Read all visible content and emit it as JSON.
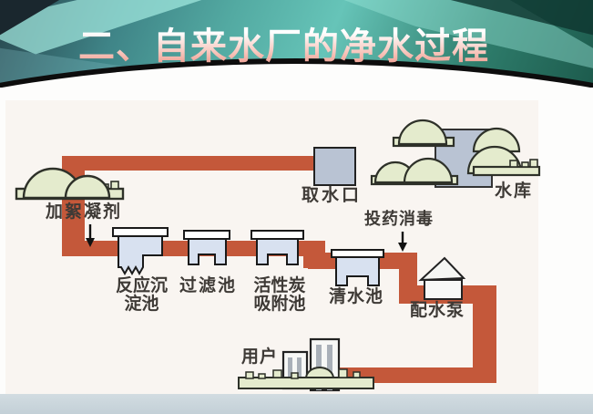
{
  "slide": {
    "title": "二、自来水厂的净水过程",
    "theme": {
      "pipe": "#c4583a",
      "tank_fill": "#d8e1f0",
      "tank_stroke": "#1a1a1a",
      "block_fill": "#b9c3d3",
      "bush_fill": "#e4ebcd",
      "bush_stroke": "#2e3129",
      "building_fill": "#f7f8f6",
      "building_stripe": "#a9b0b8",
      "house_fill": "#f5f6f3",
      "label_color": "#3e3a36",
      "header_teal": "#53aaa2",
      "footer_band": "#c9d5db",
      "photo_tint": "#f4ece4"
    }
  },
  "diagram": {
    "labels": {
      "flocculant": "加絮凝剂",
      "intake": "取水口",
      "reservoir": "水库",
      "dosing": "投药消毒",
      "sedimentation_line1": "反应沉",
      "sedimentation_line2": "淀池",
      "filter": "过滤池",
      "carbon_line1": "活性炭",
      "carbon_line2": "吸附池",
      "clearwater": "清水池",
      "pump": "配水泵",
      "users": "用户"
    }
  }
}
